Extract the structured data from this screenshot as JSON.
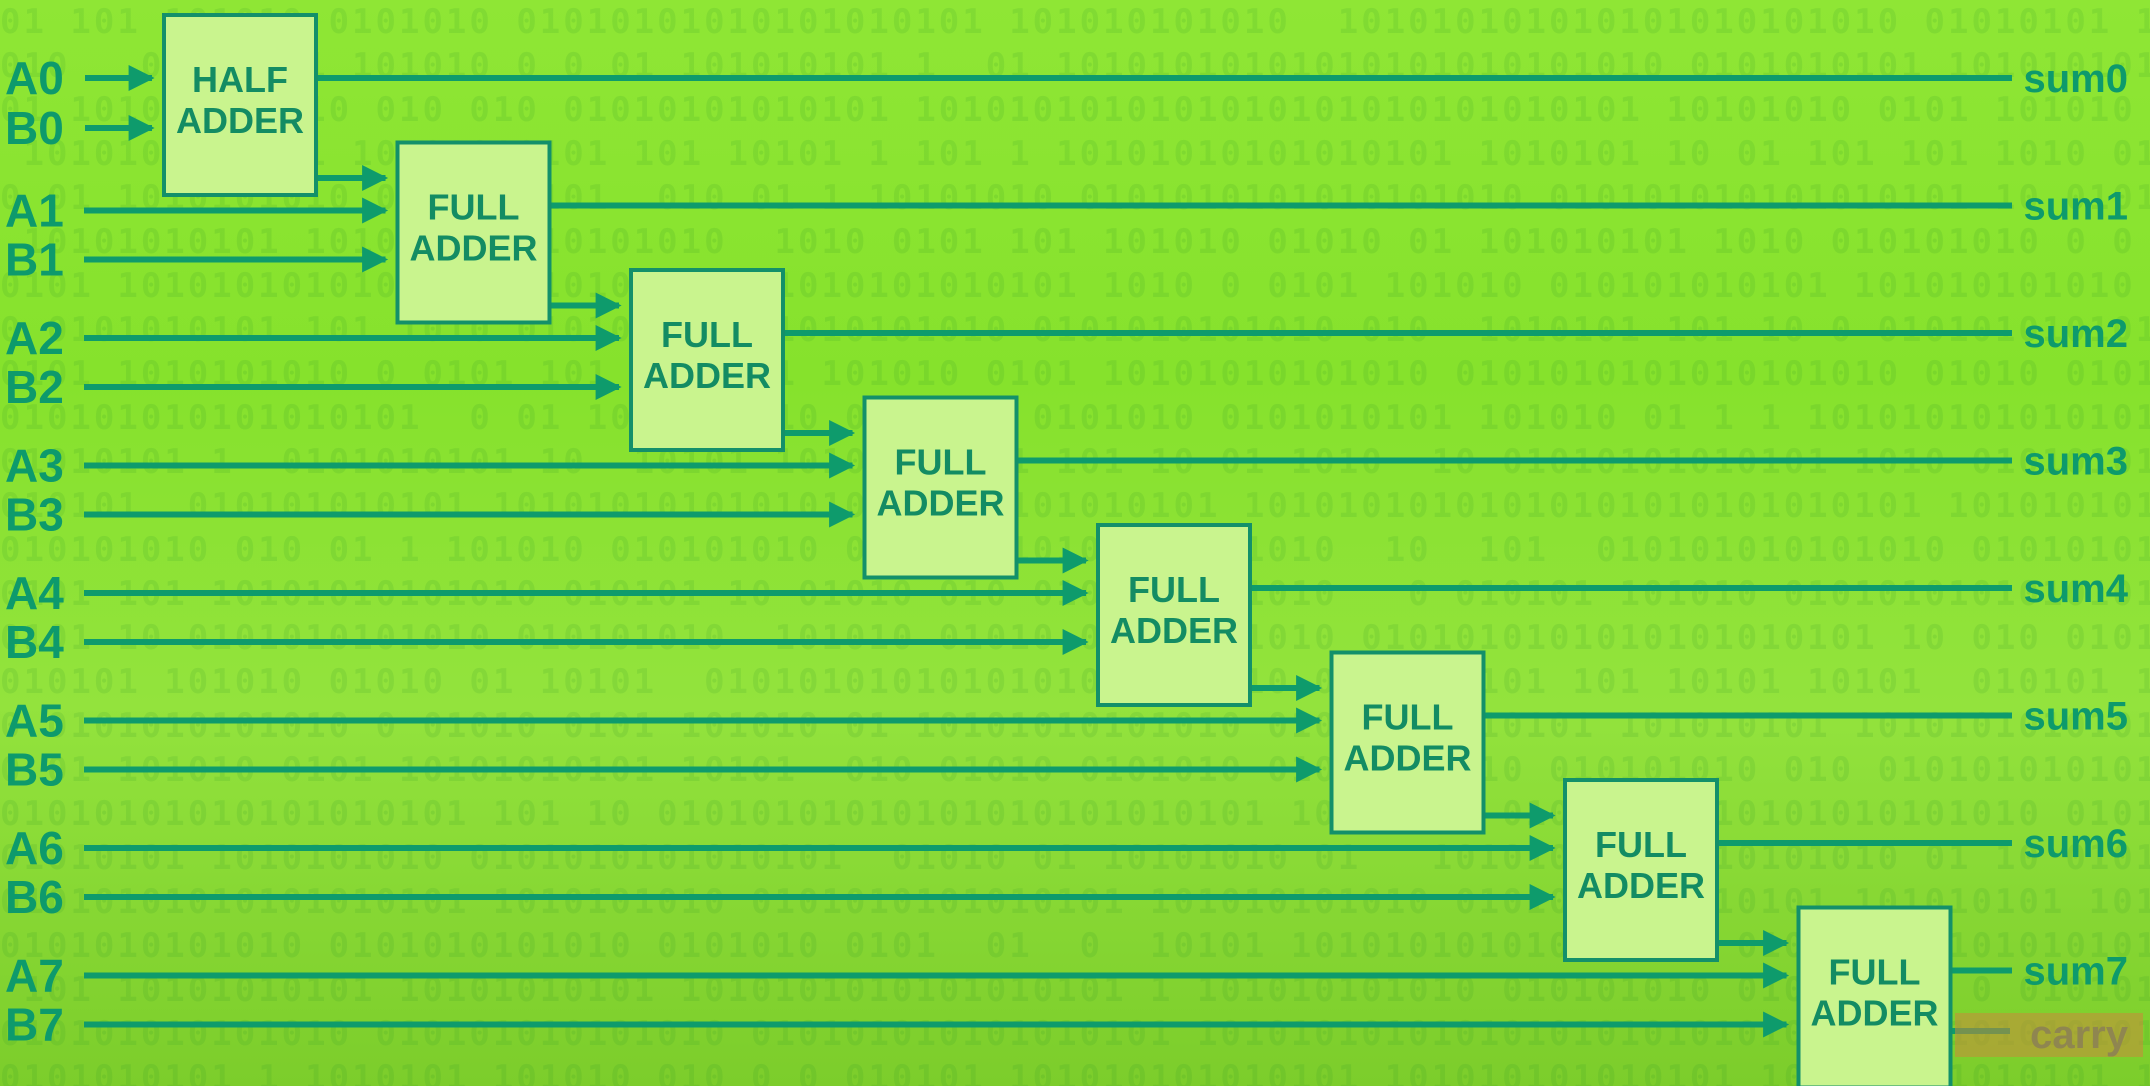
{
  "diagram": {
    "inputs": [
      [
        "A0",
        "B0"
      ],
      [
        "A1",
        "B1"
      ],
      [
        "A2",
        "B2"
      ],
      [
        "A3",
        "B3"
      ],
      [
        "A4",
        "B4"
      ],
      [
        "A5",
        "B5"
      ],
      [
        "A6",
        "B6"
      ],
      [
        "A7",
        "B7"
      ]
    ],
    "adders": [
      [
        "HALF",
        "ADDER"
      ],
      [
        "FULL",
        "ADDER"
      ],
      [
        "FULL",
        "ADDER"
      ],
      [
        "FULL",
        "ADDER"
      ],
      [
        "FULL",
        "ADDER"
      ],
      [
        "FULL",
        "ADDER"
      ],
      [
        "FULL",
        "ADDER"
      ],
      [
        "FULL",
        "ADDER"
      ]
    ],
    "sums": [
      "sum0",
      "sum1",
      "sum2",
      "sum3",
      "sum4",
      "sum5",
      "sum6",
      "sum7"
    ],
    "carry": "carry"
  },
  "background_digits": "01",
  "colors": {
    "background": "#8be233",
    "wire": "#0e9b6c",
    "block_fill": "#c9f48e",
    "block_border": "#13906a",
    "label": "#0d9a6c",
    "carry_highlight": "#c98a3a"
  }
}
